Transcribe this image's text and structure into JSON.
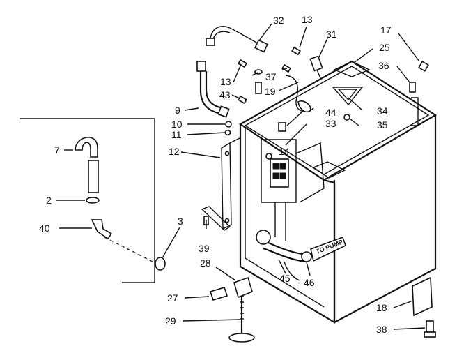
{
  "labels": {
    "l32": "32",
    "l13a": "13",
    "l31": "31",
    "l17": "17",
    "l25": "25",
    "l36": "36",
    "l13b": "13",
    "l37": "37",
    "l43": "43",
    "l19": "19",
    "l9": "9",
    "l10": "10",
    "l11": "11",
    "l44": "44",
    "l34": "34",
    "l33": "33",
    "l35": "35",
    "l7": "7",
    "l12": "12",
    "l14": "14",
    "l2": "2",
    "l40": "40",
    "l3": "3",
    "l39": "39",
    "l28": "28",
    "l45": "45",
    "l46": "46",
    "l27": "27",
    "l18": "18",
    "l29": "29",
    "l38": "38"
  },
  "pump_text": "TO PUMP"
}
